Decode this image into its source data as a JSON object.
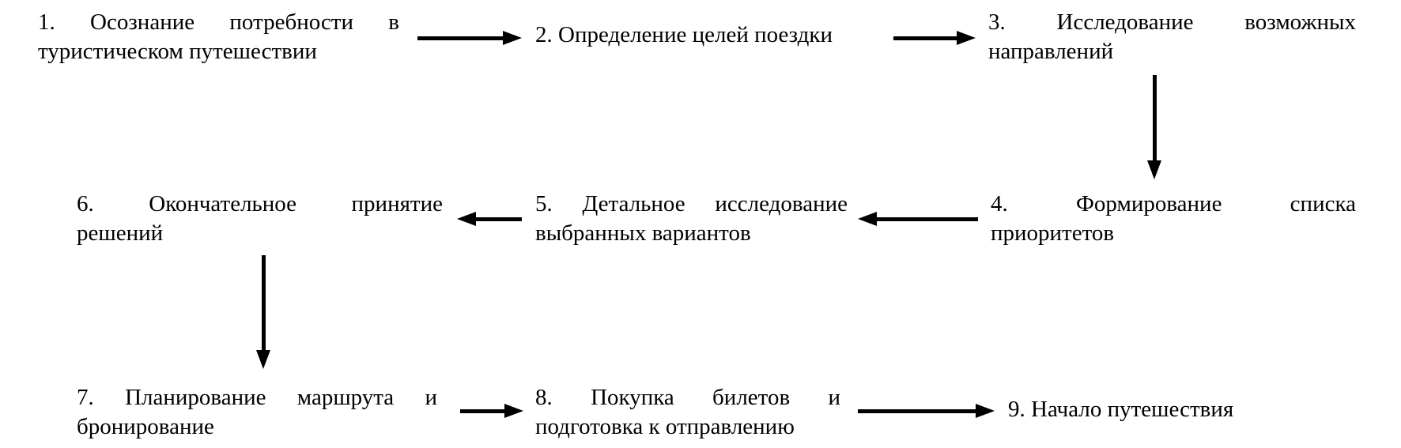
{
  "diagram": {
    "description": "Flowchart of tourist trip decision process, 9 numbered steps connected by arrows in serpentine order",
    "colors": {
      "background": "#ffffff",
      "text": "#000000",
      "arrow": "#000000"
    },
    "steps": [
      {
        "id": 1,
        "text": "1. Осознание потребности в туристическом путешествии",
        "lines": [
          "1. Осознание потребности в",
          "туристическом путешествии"
        ]
      },
      {
        "id": 2,
        "text": "2. Определение целей поездки",
        "lines": [
          "2. Определение целей поездки"
        ]
      },
      {
        "id": 3,
        "text": "3. Исследование возможных направлений",
        "lines": [
          "3. Исследование возможных",
          "направлений"
        ]
      },
      {
        "id": 4,
        "text": "4. Формирование списка приоритетов",
        "lines": [
          "4. Формирование списка",
          "приоритетов"
        ]
      },
      {
        "id": 5,
        "text": "5. Детальное исследование выбранных вариантов",
        "lines": [
          "5. Детальное исследование",
          "выбранных вариантов"
        ]
      },
      {
        "id": 6,
        "text": "6. Окончательное принятие решений",
        "lines": [
          "6. Окончательное принятие",
          "решений"
        ]
      },
      {
        "id": 7,
        "text": "7. Планирование маршрута и бронирование",
        "lines": [
          "7. Планирование маршрута и",
          "бронирование"
        ]
      },
      {
        "id": 8,
        "text": "8. Покупка билетов и подготовка к отправлению",
        "lines": [
          "8. Покупка билетов и",
          "подготовка к отправлению"
        ]
      },
      {
        "id": 9,
        "text": "9. Начало путешествия",
        "lines": [
          "9. Начало путешествия"
        ]
      }
    ],
    "connections": [
      {
        "from": 1,
        "to": 2,
        "direction": "right"
      },
      {
        "from": 2,
        "to": 3,
        "direction": "right"
      },
      {
        "from": 3,
        "to": 4,
        "direction": "down"
      },
      {
        "from": 4,
        "to": 5,
        "direction": "left"
      },
      {
        "from": 5,
        "to": 6,
        "direction": "left"
      },
      {
        "from": 6,
        "to": 7,
        "direction": "down"
      },
      {
        "from": 7,
        "to": 8,
        "direction": "right"
      },
      {
        "from": 8,
        "to": 9,
        "direction": "right"
      }
    ]
  }
}
